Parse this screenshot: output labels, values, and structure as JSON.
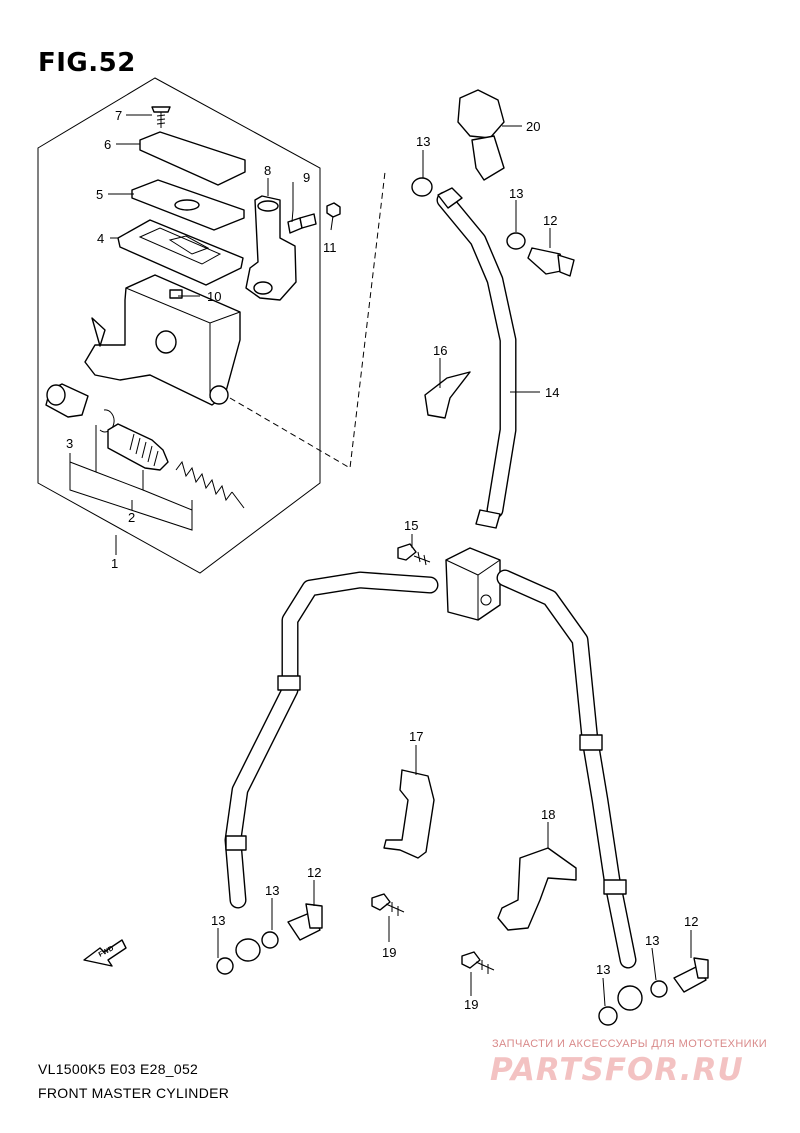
{
  "figure": {
    "title": "FIG.52",
    "model_code": "VL1500K5 E03 E28_052",
    "caption": "FRONT MASTER CYLINDER"
  },
  "fwd_label": "FWD",
  "watermark": {
    "tagline": "ЗАПЧАСТИ И АКСЕССУАРЫ ДЛЯ МОТОТЕХНИКИ",
    "logo": "PARTSFOR.RU"
  },
  "callouts": [
    {
      "id": "c7",
      "number": "7"
    },
    {
      "id": "c6",
      "number": "6"
    },
    {
      "id": "c5",
      "number": "5"
    },
    {
      "id": "c4",
      "number": "4"
    },
    {
      "id": "c8",
      "number": "8"
    },
    {
      "id": "c9",
      "number": "9"
    },
    {
      "id": "c11",
      "number": "11"
    },
    {
      "id": "c10",
      "number": "10"
    },
    {
      "id": "c3",
      "number": "3"
    },
    {
      "id": "c2",
      "number": "2"
    },
    {
      "id": "c1",
      "number": "1"
    },
    {
      "id": "c20",
      "number": "20"
    },
    {
      "id": "c13a",
      "number": "13"
    },
    {
      "id": "c13b",
      "number": "13"
    },
    {
      "id": "c12a",
      "number": "12"
    },
    {
      "id": "c16",
      "number": "16"
    },
    {
      "id": "c14",
      "number": "14"
    },
    {
      "id": "c15",
      "number": "15"
    },
    {
      "id": "c17",
      "number": "17"
    },
    {
      "id": "c18",
      "number": "18"
    },
    {
      "id": "c12b",
      "number": "12"
    },
    {
      "id": "c13c",
      "number": "13"
    },
    {
      "id": "c13d",
      "number": "13"
    },
    {
      "id": "c19a",
      "number": "19"
    },
    {
      "id": "c19b",
      "number": "19"
    },
    {
      "id": "c12c",
      "number": "12"
    },
    {
      "id": "c13e",
      "number": "13"
    },
    {
      "id": "c13f",
      "number": "13"
    }
  ]
}
